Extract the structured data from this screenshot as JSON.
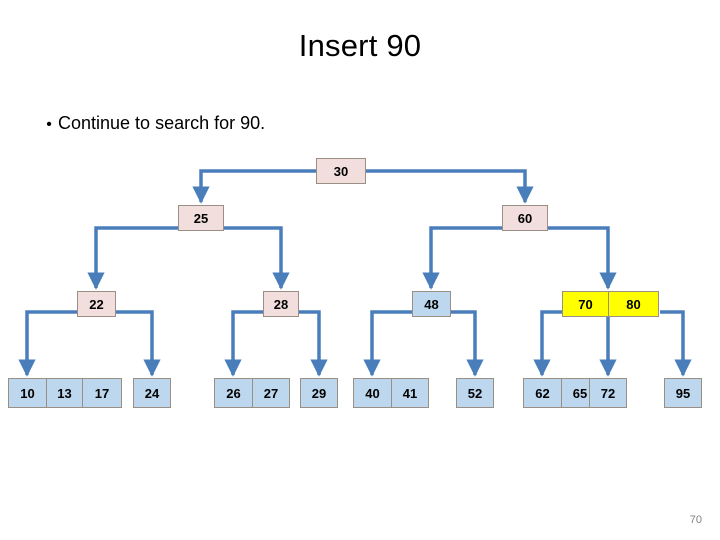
{
  "slide": {
    "title": "Insert 90",
    "bullet": "Continue to search for 90.",
    "bullet_marker": "•",
    "page_number": "70"
  },
  "colors": {
    "internal_node_fill": "#f2dedc",
    "leaf_node_fill": "#bdd7ee",
    "highlight_fill": "#ffff00",
    "node_border": "#9a8f84",
    "edge_color": "#4a7ebb"
  },
  "tree": {
    "levels": [
      {
        "level": 0,
        "name": "root",
        "groups": [
          {
            "cells": [
              {
                "value": "30",
                "style": "internal"
              }
            ]
          }
        ]
      },
      {
        "level": 1,
        "name": "level-1",
        "groups": [
          {
            "cells": [
              {
                "value": "25",
                "style": "internal"
              }
            ]
          },
          {
            "cells": [
              {
                "value": "60",
                "style": "internal"
              }
            ]
          }
        ]
      },
      {
        "level": 2,
        "name": "level-2",
        "groups": [
          {
            "cells": [
              {
                "value": "22",
                "style": "internal"
              }
            ]
          },
          {
            "cells": [
              {
                "value": "28",
                "style": "internal"
              }
            ]
          },
          {
            "cells": [
              {
                "value": "48",
                "style": "leaf"
              }
            ]
          },
          {
            "cells": [
              {
                "value": "70",
                "style": "highlight"
              },
              {
                "value": "80",
                "style": "highlight"
              }
            ]
          }
        ]
      },
      {
        "level": 3,
        "name": "leaves",
        "groups": [
          {
            "cells": [
              {
                "value": "10",
                "style": "leaf"
              },
              {
                "value": "13",
                "style": "leaf"
              },
              {
                "value": "17",
                "style": "leaf"
              }
            ]
          },
          {
            "cells": [
              {
                "value": "24",
                "style": "leaf"
              }
            ]
          },
          {
            "cells": [
              {
                "value": "26",
                "style": "leaf"
              },
              {
                "value": "27",
                "style": "leaf"
              }
            ]
          },
          {
            "cells": [
              {
                "value": "29",
                "style": "leaf"
              }
            ]
          },
          {
            "cells": [
              {
                "value": "40",
                "style": "leaf"
              },
              {
                "value": "41",
                "style": "leaf"
              }
            ]
          },
          {
            "cells": [
              {
                "value": "52",
                "style": "leaf"
              }
            ]
          },
          {
            "cells": [
              {
                "value": "62",
                "style": "leaf"
              },
              {
                "value": "65",
                "style": "leaf"
              }
            ]
          },
          {
            "cells": [
              {
                "value": "72",
                "style": "leaf"
              }
            ]
          },
          {
            "cells": [
              {
                "value": "95",
                "style": "leaf"
              }
            ]
          }
        ]
      }
    ]
  }
}
